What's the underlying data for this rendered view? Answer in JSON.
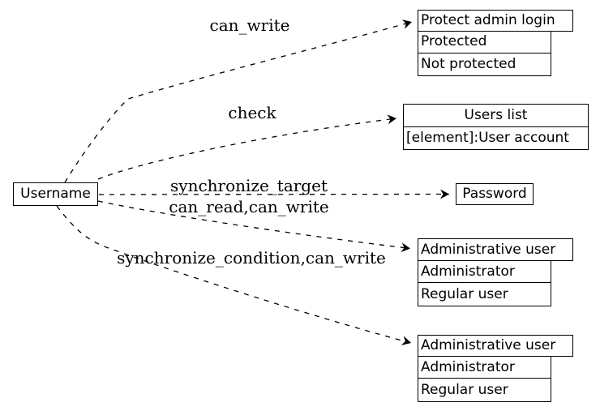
{
  "diagram": {
    "type": "dependency-graph",
    "colors": {
      "stroke": "#000000",
      "background": "#ffffff",
      "text": "#000000"
    },
    "source_node": {
      "label": "Username"
    },
    "nodes": [
      {
        "header": "Protect admin login",
        "rows": [
          "Protected",
          "Not protected"
        ]
      },
      {
        "header": "Users list",
        "rows": [
          "[element]:User account"
        ]
      },
      {
        "header": "Password",
        "rows": []
      },
      {
        "header": "Administrative user",
        "rows": [
          "Administrator",
          "Regular user"
        ]
      },
      {
        "header": "Administrative user",
        "rows": [
          "Administrator",
          "Regular user"
        ]
      }
    ],
    "edges": [
      {
        "from": "Username",
        "to": "Protect admin login",
        "label": "can_write",
        "style": "dashed"
      },
      {
        "from": "Username",
        "to": "Users list",
        "label": "check",
        "style": "dashed"
      },
      {
        "from": "Username",
        "to": "Password",
        "label": "synchronize_target",
        "style": "dashed"
      },
      {
        "from": "Username",
        "to": "Administrative user",
        "label": "can_read,can_write",
        "style": "dashed"
      },
      {
        "from": "Username",
        "to": "Administrative user (2)",
        "label": "synchronize_condition,can_write",
        "style": "dashed"
      }
    ]
  }
}
